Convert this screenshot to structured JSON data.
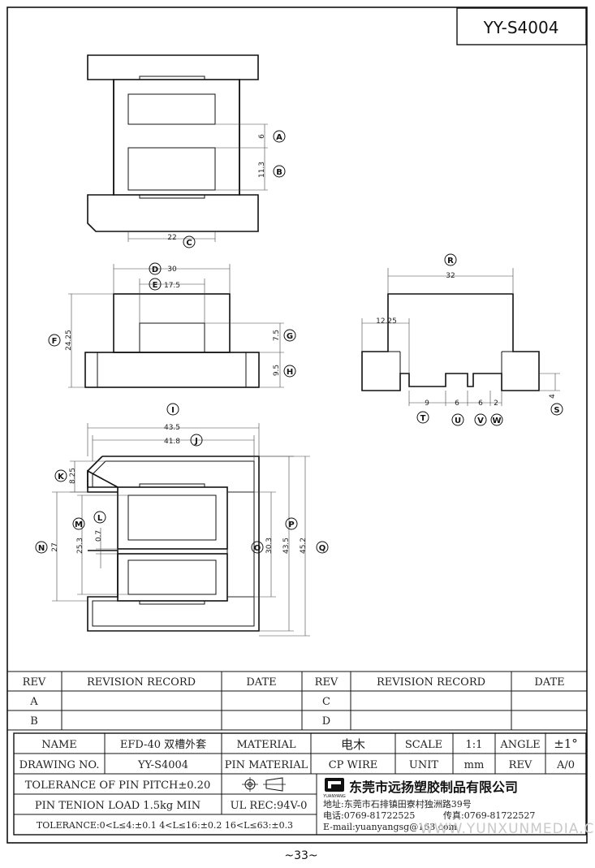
{
  "title_code": "YY-S4004",
  "page_number": "~33~",
  "watermark": "WWW.YUNXUNMEDIA.COM",
  "dimensions": {
    "top_view": {
      "A": {
        "letter": "A",
        "value": "6"
      },
      "B": {
        "letter": "B",
        "value": "11.3"
      },
      "C": {
        "letter": "C",
        "value": "22"
      }
    },
    "front_view": {
      "D": {
        "letter": "D",
        "value": "30"
      },
      "E": {
        "letter": "E",
        "value": "17.5"
      },
      "F": {
        "letter": "F",
        "value": "24.25"
      },
      "G": {
        "letter": "G",
        "value": "7.5"
      },
      "H": {
        "letter": "H",
        "value": "9.5"
      }
    },
    "side_view": {
      "R": {
        "letter": "R",
        "value": "32"
      },
      "R2": {
        "value": "12.25"
      },
      "S": {
        "letter": "S",
        "value": "4"
      },
      "T": {
        "letter": "T",
        "value": "9"
      },
      "U": {
        "letter": "U",
        "value": "6"
      },
      "V": {
        "letter": "V",
        "value": "6"
      },
      "W": {
        "letter": "W",
        "value": "2"
      }
    },
    "bottom_view": {
      "I": {
        "letter": "I",
        "value": "43.5"
      },
      "J": {
        "letter": "J",
        "value": "41.8"
      },
      "K": {
        "letter": "K",
        "value": "8.25"
      },
      "L": {
        "letter": "L",
        "value": "0.7"
      },
      "M": {
        "letter": "M",
        "value": "25.3"
      },
      "N": {
        "letter": "N",
        "value": "27"
      },
      "O": {
        "letter": "O",
        "value": "30.3"
      },
      "P": {
        "letter": "P",
        "value": "43.5"
      },
      "Q": {
        "letter": "Q",
        "value": "45.2"
      }
    }
  },
  "revision_table": {
    "headers": [
      "REV",
      "REVISION RECORD",
      "DATE",
      "REV",
      "REVISION RECORD",
      "DATE"
    ],
    "rows": [
      {
        "rev_left": "A",
        "rev_right": "C"
      },
      {
        "rev_left": "B",
        "rev_right": "D"
      }
    ]
  },
  "title_block": {
    "name_label": "NAME",
    "name_value": "EFD-40 双槽外套",
    "material_label": "MATERIAL",
    "material_value": "电木",
    "scale_label": "SCALE",
    "scale_value": "1:1",
    "angle_label": "ANGLE",
    "angle_value": "±1°",
    "drawing_no_label": "DRAWING NO.",
    "drawing_no_value": "YY-S4004",
    "pin_material_label": "PIN MATERIAL",
    "pin_material_value": "CP WIRE",
    "unit_label": "UNIT",
    "unit_value": "mm",
    "rev_label": "REV",
    "rev_value": "A/0",
    "tolerance_pitch": "TOLERANCE OF PIN PITCH±0.20",
    "pin_tension": "PIN TENION LOAD 1.5kg MIN",
    "ul_rec": "UL REC:94V-0",
    "tolerance_general": "TOLERANCE:0<L≤4:±0.1  4<L≤16:±0.2  16<L≤63:±0.3",
    "company_name": "东莞市远扬塑胶制品有限公司",
    "company_logo_text": "YUANYANG",
    "address": "地址:东莞市石排镇田寮村独洲路39号",
    "phone": "电话:0769-81722525",
    "fax": "传真:0769-81722527",
    "email": "E-mail:yuanyangsg@163.com"
  }
}
